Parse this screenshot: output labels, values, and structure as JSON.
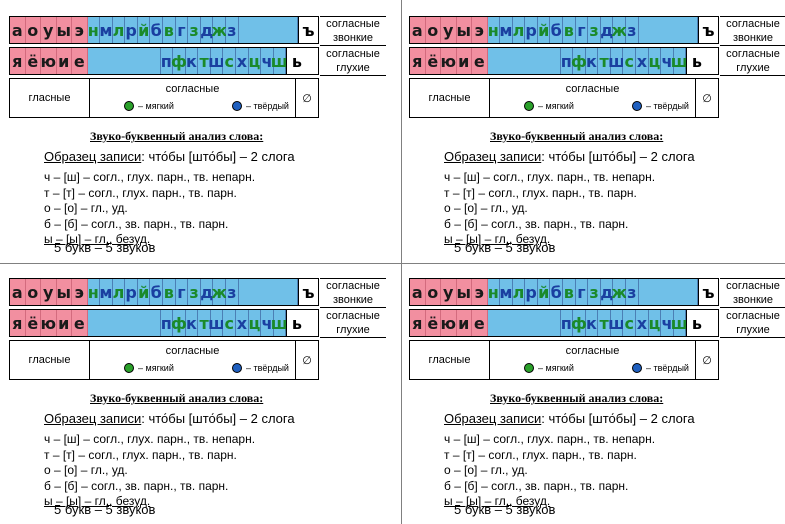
{
  "vowels_row1": [
    "а",
    "о",
    "у",
    "ы",
    "э"
  ],
  "vowels_row2": [
    "я",
    "ё",
    "ю",
    "и",
    "е"
  ],
  "consonants_row1": [
    "н",
    "м",
    "л",
    "р",
    "й",
    "б",
    "в",
    "г",
    "з",
    "д",
    "ж",
    "з"
  ],
  "consonants_row2": [
    "п",
    "ф",
    "к",
    "т",
    "ш",
    "с",
    "х",
    "ц",
    "ч",
    "щ"
  ],
  "hard_sign": "ъ",
  "soft_sign": "ь",
  "label_voiced": "согласные звонкие",
  "label_voiceless": "согласные глухие",
  "legend_vowels": "гласные",
  "legend_consonants": "согласные",
  "legend_soft": "– мягкий",
  "legend_hard": "– твёрдый",
  "legend_none": "∅",
  "colors": {
    "soft": "#2aa02a",
    "hard": "#1f5fbf",
    "vowel_bg": "#f28fa0",
    "consonant_bg": "#70c0e8"
  },
  "heading": "Звуко-буквенный анализ слова:",
  "sample_label": "Образец записи",
  "sample_text": ": что́бы [што́бы] – 2 слога",
  "analysis": [
    "ч – [ш] – согл., глух. парн., тв. непарн.",
    "т – [т] – согл., глух. парн., тв. парн.",
    "о – [о] – гл., уд.",
    "б – [б] – согл., зв. парн., тв. парн.",
    "ы – [ы] – гл., безуд."
  ],
  "summary": "5 букв – 5 звуков"
}
